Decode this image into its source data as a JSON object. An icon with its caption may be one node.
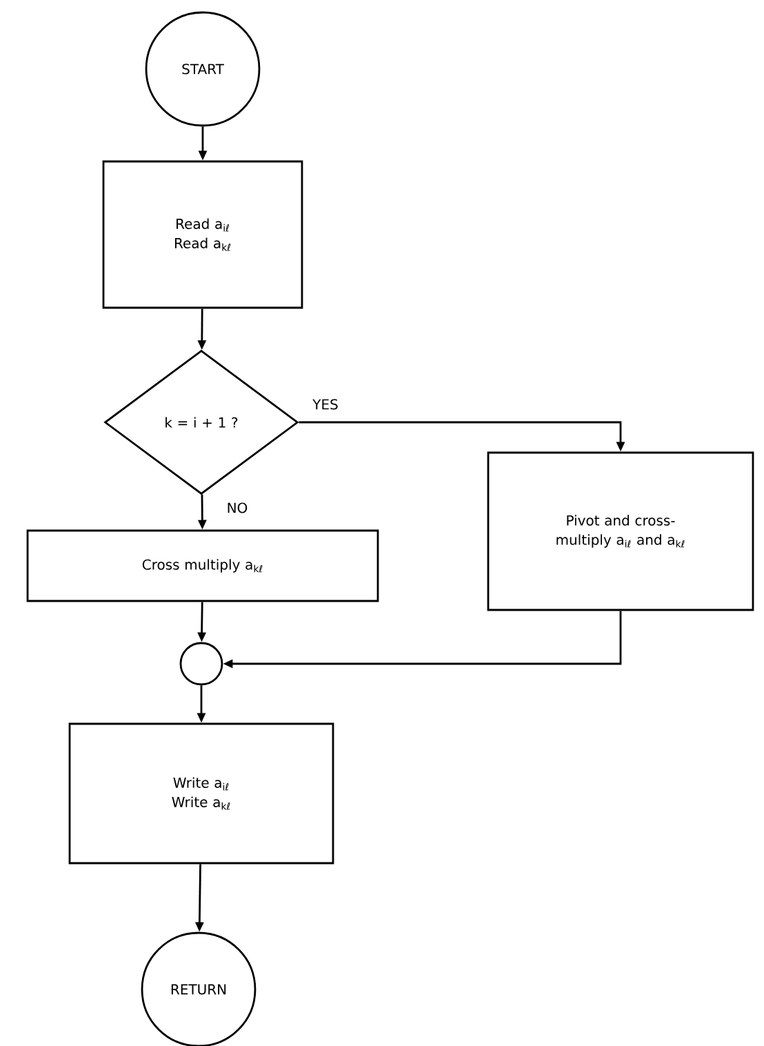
{
  "diagram": {
    "nodes": [
      {
        "text": [
          "START"
        ]
      },
      {
        "text": [
          "Read a$_{iℓ}$",
          "Read a$_{kℓ}$"
        ]
      },
      {
        "text": [
          "k = i + 1 ?"
        ]
      },
      {
        "text": [
          "Cross multiply a$_{kℓ}$"
        ]
      },
      {
        "text": [
          "Pivot and cross-multiply a$_{iℓ}$ and a$_{kℓ}$"
        ]
      },
      {
        "text": [],
        "shape": "circle"
      },
      {
        "text": [
          "Write a$_{iℓ}$",
          "Write a$_{kℓ}$"
        ]
      },
      {
        "text": [
          "RETURN"
        ]
      }
    ],
    "edges": [
      {
        "from": 0,
        "to": 1,
        "arrow": "to"
      },
      {
        "from": 1,
        "to": 2,
        "arrow": "to"
      },
      {
        "from": 2,
        "to": 3,
        "arrow": "to",
        "label": "NO"
      },
      {
        "from": 2,
        "to": 4,
        "arrow": "to",
        "label": "YES"
      },
      {
        "from": 3,
        "to": 5,
        "arrow": "to"
      },
      {
        "from": 4,
        "to": 5,
        "arrow": "to"
      },
      {
        "from": 5,
        "to": 6,
        "arrow": "to"
      },
      {
        "from": 6,
        "to": 7,
        "arrow": "to"
      }
    ]
  }
}
